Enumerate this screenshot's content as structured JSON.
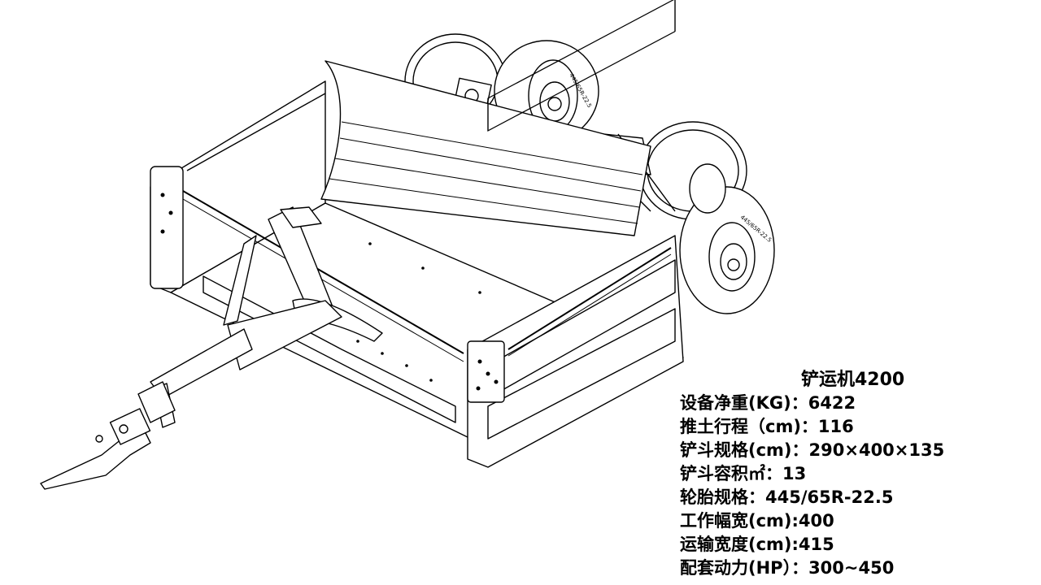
{
  "spec": {
    "title": "铲运机4200",
    "lines": [
      "设备净重(KG)：6422",
      "推土行程（cm)：116",
      "铲斗规格(cm)：290×400×135",
      "铲斗容积㎡：13",
      "轮胎规格：445/65R-22.5",
      "工作幅宽(cm):400",
      "运输宽度(cm):415",
      "配套动力(HP）：300~450"
    ]
  },
  "tire_marking": "445/65R-22.5",
  "colors": {
    "line": "#000000",
    "background": "#ffffff"
  }
}
